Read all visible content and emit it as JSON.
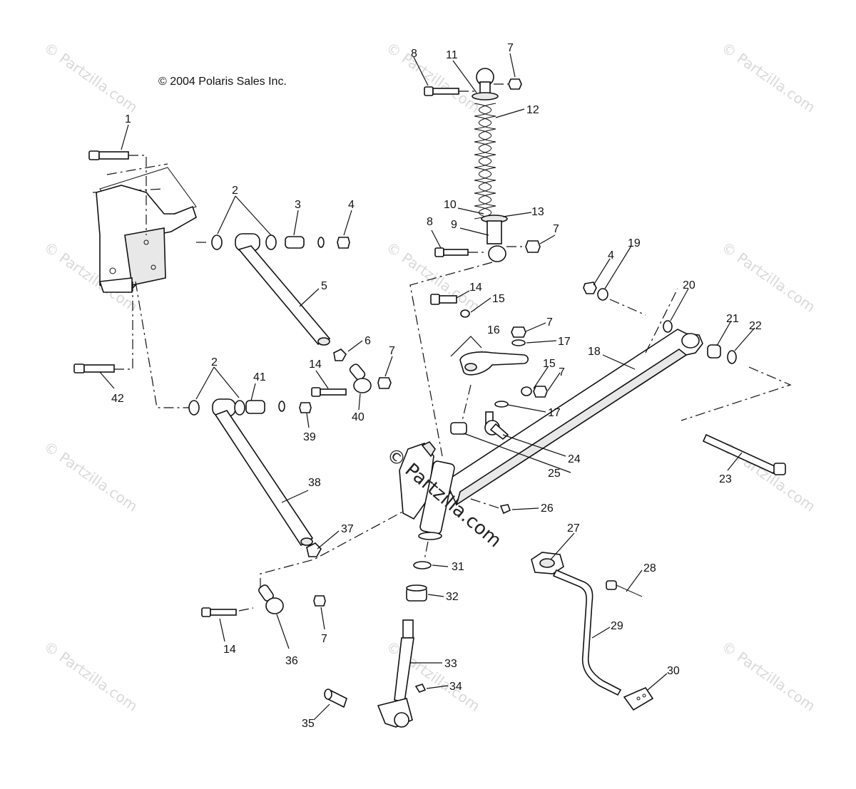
{
  "copyright": "© 2004 Polaris Sales Inc.",
  "watermark": "© Partzilla.com",
  "watermark_center": "© Partzilla.com",
  "callouts": [
    "1",
    "2",
    "3",
    "4",
    "5",
    "6",
    "7",
    "8",
    "9",
    "10",
    "11",
    "12",
    "13",
    "14",
    "15",
    "16",
    "17",
    "18",
    "19",
    "20",
    "21",
    "22",
    "23",
    "24",
    "25",
    "26",
    "27",
    "28",
    "29",
    "30",
    "31",
    "32",
    "33",
    "34",
    "35",
    "36",
    "37",
    "38",
    "39",
    "40",
    "41",
    "42"
  ],
  "labels": {
    "c1": "1",
    "c2a": "2",
    "c2b": "2",
    "c3": "3",
    "c4a": "4",
    "c4b": "4",
    "c5": "5",
    "c6": "6",
    "c7a": "7",
    "c7b": "7",
    "c7c": "7",
    "c7d": "7",
    "c7e": "7",
    "c7f": "7",
    "c8a": "8",
    "c8b": "8",
    "c9": "9",
    "c10": "10",
    "c11": "11",
    "c12": "12",
    "c13": "13",
    "c14a": "14",
    "c14b": "14",
    "c14c": "14",
    "c15a": "15",
    "c15b": "15",
    "c16": "16",
    "c17a": "17",
    "c17b": "17",
    "c18": "18",
    "c19": "19",
    "c20": "20",
    "c21": "21",
    "c22": "22",
    "c23": "23",
    "c24": "24",
    "c25": "25",
    "c26": "26",
    "c27": "27",
    "c28": "28",
    "c29": "29",
    "c30": "30",
    "c31": "31",
    "c32": "32",
    "c33": "33",
    "c34": "34",
    "c35": "35",
    "c36": "36",
    "c37": "37",
    "c38": "38",
    "c39": "39",
    "c40": "40",
    "c41": "41",
    "c42": "42"
  }
}
